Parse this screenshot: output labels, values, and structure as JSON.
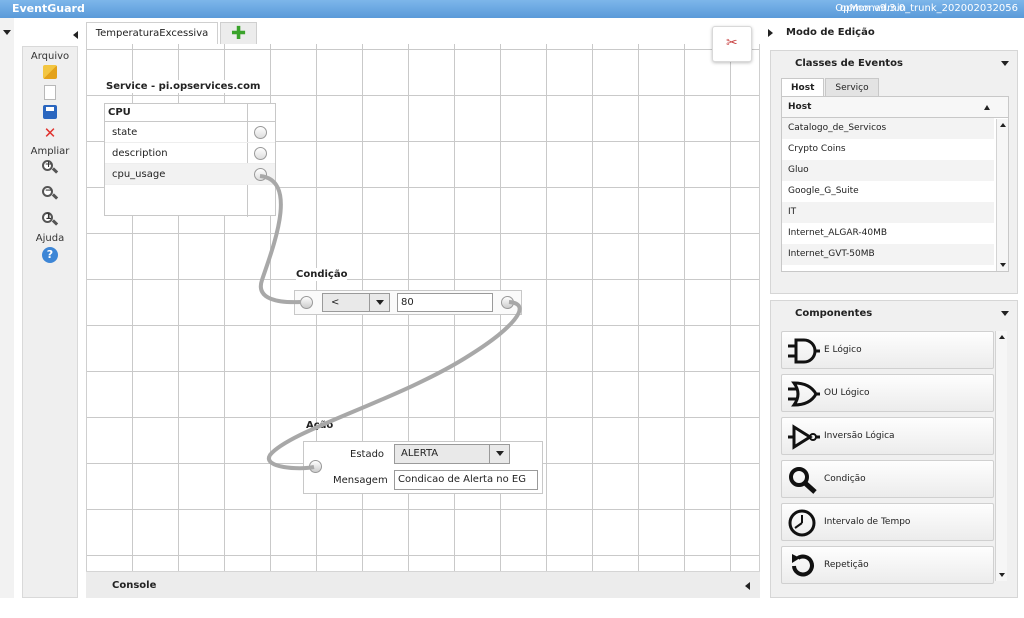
{
  "app": {
    "title": "EventGuard",
    "user": "opmonadmin",
    "version": "OpMon v9.3.0_trunk_202002032056"
  },
  "toolbar": {
    "file_label": "Arquivo",
    "zoom_label": "Ampliar",
    "help_label": "Ajuda"
  },
  "tabs": [
    {
      "label": "TemperaturaExcessiva"
    }
  ],
  "canvas": {
    "service_title": "Service - pi.opservices.com",
    "service_table": {
      "header": "CPU",
      "rows": [
        "state",
        "description",
        "cpu_usage"
      ]
    },
    "condition": {
      "title": "Condição",
      "operator": "<",
      "value": "80"
    },
    "action": {
      "title": "Ação",
      "state_label": "Estado",
      "state_value": "ALERTA",
      "message_label": "Mensagem",
      "message_value": "Condicao de Alerta no EG"
    }
  },
  "console": {
    "label": "Console"
  },
  "right_panel": {
    "title": "Modo de Edição",
    "event_classes": {
      "title": "Classes de Eventos",
      "tabs": [
        "Host",
        "Serviço"
      ],
      "active_tab": "Host",
      "column": "Host",
      "rows": [
        "Catalogo_de_Servicos",
        "Crypto Coins",
        "Gluo",
        "Google_G_Suite",
        "IT",
        "Internet_ALGAR-40MB",
        "Internet_GVT-50MB"
      ]
    },
    "components": {
      "title": "Componentes",
      "items": [
        {
          "label": "E Lógico",
          "icon": "and-gate-icon"
        },
        {
          "label": "OU Lógico",
          "icon": "or-gate-icon"
        },
        {
          "label": "Inversão Lógica",
          "icon": "not-gate-icon"
        },
        {
          "label": "Condição",
          "icon": "magnifier-icon"
        },
        {
          "label": "Intervalo de Tempo",
          "icon": "clock-icon"
        },
        {
          "label": "Repetição",
          "icon": "repeat-icon"
        }
      ]
    }
  },
  "colors": {
    "topbar": "#6aa8e2",
    "accent_green": "#3aa32b",
    "delete_red": "#e0322e"
  }
}
